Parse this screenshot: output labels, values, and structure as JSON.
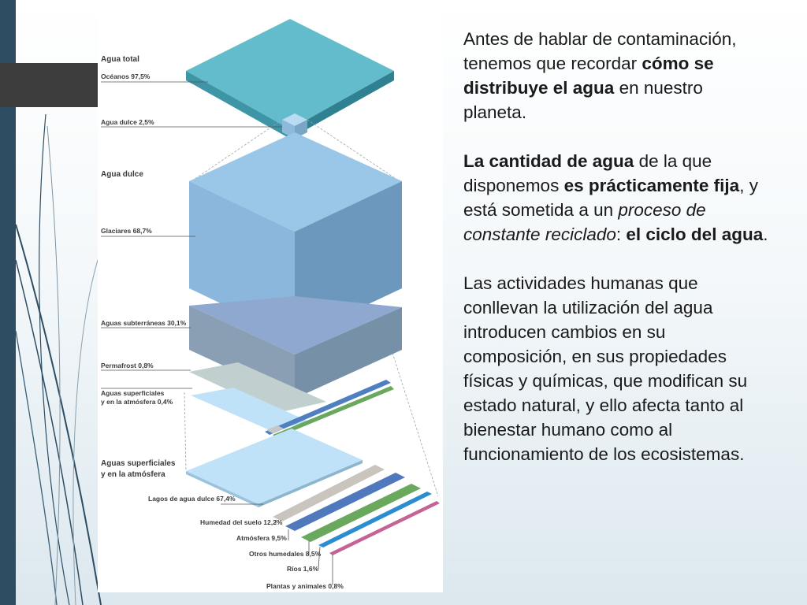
{
  "colors": {
    "accent_bar": "#2e4d63",
    "dark_tab": "#3c3c3c",
    "ocean_top": "#62bccb",
    "freshwater_top": "#9ac7e8",
    "glacier_side": "#7fa9cd"
  },
  "figure": {
    "labels": {
      "agua_total": "Agua total",
      "oceanos": "Océanos 97,5%",
      "agua_dulce_pct": "Agua dulce 2,5%",
      "agua_dulce": "Agua dulce",
      "glaciares": "Glaciares 68,7%",
      "subterraneas": "Aguas subterráneas 30,1%",
      "permafrost": "Permafrost 0,8%",
      "superficiales_1": "Aguas superficiales",
      "superficiales_2": "y en la atmósfera 0,4%",
      "sup_heading_1": "Aguas superficiales",
      "sup_heading_2": "y en la atmósfera",
      "lagos": "Lagos de agua dulce 67,4%",
      "humedad": "Humedad del suelo 12,2%",
      "atmosfera": "Atmósfera 9,5%",
      "otros": "Otros humedales 8,5%",
      "rios": "Ríos 1,6%",
      "plantas": "Plantas y animales 0,8%"
    }
  },
  "text": {
    "p1_a": "Antes de hablar de contaminación, tenemos que recordar ",
    "p1_b": "cómo se distribuye el agua",
    "p1_c": " en nuestro planeta.",
    "p2_a": "La cantidad de agua",
    "p2_b": " de la que disponemos ",
    "p2_c": "es prácticamente fija",
    "p2_d": ", y está sometida a un ",
    "p2_e": "proceso de constante reciclado",
    "p2_f": ": ",
    "p2_g": "el ciclo del agua",
    "p2_h": ".",
    "p3": "Las actividades humanas que conllevan la utilización del agua introducen cambios en su composición, en sus propiedades físicas y químicas, que modifican su estado natural, y ello afecta tanto al bienestar humano como al funcionamiento de los ecosistemas."
  }
}
